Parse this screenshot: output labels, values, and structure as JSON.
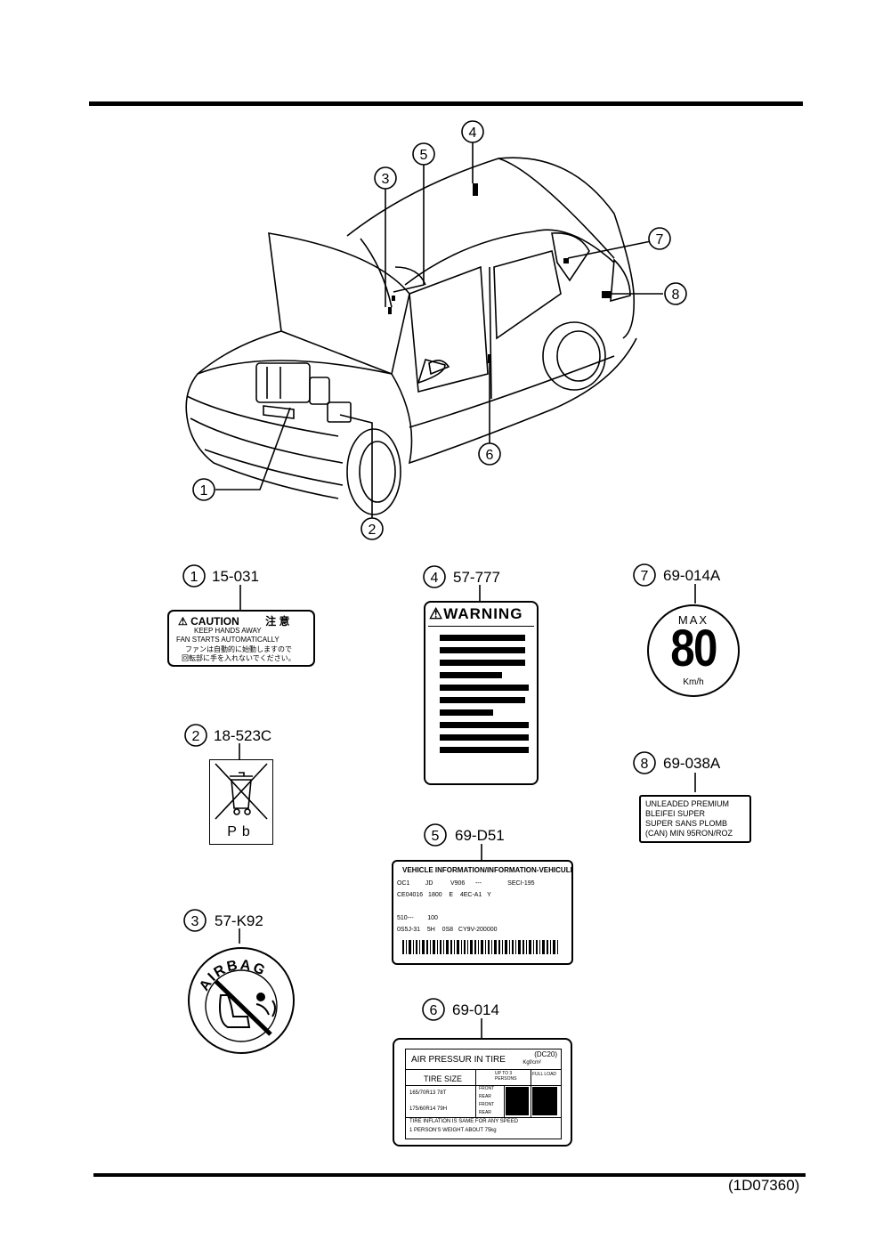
{
  "diagram_id": "(1D07360)",
  "callouts": [
    "1",
    "2",
    "3",
    "4",
    "5",
    "6",
    "7",
    "8"
  ],
  "parts": [
    {
      "num": "1",
      "part_no": "15-031"
    },
    {
      "num": "2",
      "part_no": "18-523C"
    },
    {
      "num": "3",
      "part_no": "57-K92"
    },
    {
      "num": "4",
      "part_no": "57-777"
    },
    {
      "num": "5",
      "part_no": "69-D51"
    },
    {
      "num": "6",
      "part_no": "69-014"
    },
    {
      "num": "7",
      "part_no": "69-014A"
    },
    {
      "num": "8",
      "part_no": "69-038A"
    }
  ],
  "label_caution": {
    "title": "CAUTION",
    "kanji": "注 意",
    "line1": "KEEP HANDS AWAY",
    "line2": "FAN STARTS AUTOMATICALLY",
    "line3": "ファンは自動的に始動しますので",
    "line4": "回転部に手を入れないでください。"
  },
  "label_battery": {
    "text": "Pb"
  },
  "label_airbag": {
    "text": "AIRBAG"
  },
  "label_warning": {
    "title": "WARNING"
  },
  "label_vehicle_info": {
    "title": "VEHICLE INFORMATION/INFORMATION-VEHICULE",
    "row1": [
      "OC1",
      "JD",
      "V906",
      "---",
      "SECI-195"
    ],
    "row2": [
      "CE04016",
      "1800",
      "E",
      "4EC-A1",
      "Y"
    ],
    "row3": [
      "510---",
      "100"
    ],
    "row4": [
      "0S5J-31",
      "5H",
      "0S8",
      "CY9V-200000"
    ]
  },
  "label_tire": {
    "title": "AIR PRESSUR IN TIRE",
    "code": "(DC20)",
    "unit": "Kgf/cm²",
    "col1": "TIRE SIZE",
    "col2": "UP TO 3 PERSONS",
    "col3": "FULL LOAD",
    "size1": "165/70R13 78T",
    "size2": "175/60R14 79H",
    "front": "FRONT",
    "rear": "REAR",
    "note1": "TIRE INFLATION IS SAME FOR ANY SPEED",
    "note2": "1 PERSON'S WEIGHT ABOUT 75kg"
  },
  "label_speed": {
    "top": "MAX",
    "value": "80",
    "unit": "Km/h"
  },
  "label_fuel": {
    "line1": "UNLEADED PREMIUM",
    "line2": "BLEIFEI SUPER",
    "line3": "SUPER SANS PLOMB",
    "line4": "(CAN) MIN 95RON/ROZ"
  }
}
